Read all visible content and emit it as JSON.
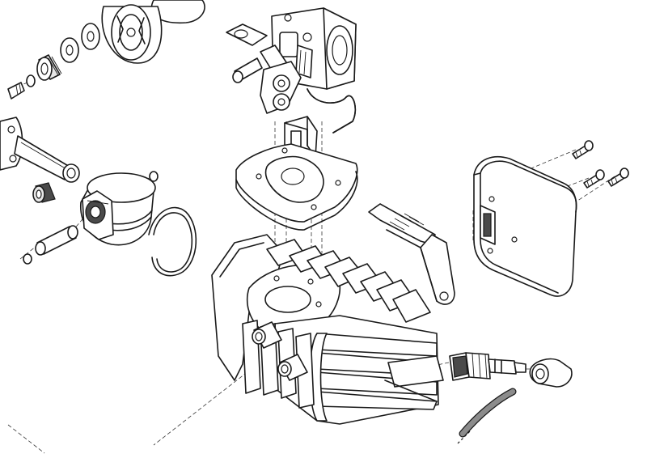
{
  "diagram": {
    "type": "exploded-parts-view",
    "parts": [
      {
        "id": "carburetor",
        "icon": "carburetor-icon"
      },
      {
        "id": "intake-flange",
        "icon": "intake-flange-icon"
      },
      {
        "id": "cylinder",
        "icon": "cylinder-icon"
      },
      {
        "id": "piston",
        "icon": "piston-icon"
      },
      {
        "id": "piston-ring",
        "icon": "piston-ring-icon"
      },
      {
        "id": "piston-pin",
        "icon": "piston-pin-icon"
      },
      {
        "id": "circlips",
        "icon": "circlip-icon"
      },
      {
        "id": "connecting-rod",
        "icon": "connecting-rod-icon"
      },
      {
        "id": "needle-bearing",
        "icon": "needle-bearing-icon"
      },
      {
        "id": "clutch-drum",
        "icon": "clutch-drum-icon"
      },
      {
        "id": "washers",
        "icon": "washer-icon"
      },
      {
        "id": "muffler",
        "icon": "muffler-icon"
      },
      {
        "id": "muffler-bracket",
        "icon": "bracket-icon"
      },
      {
        "id": "muffler-screws",
        "icon": "screw-icon"
      },
      {
        "id": "spark-plug",
        "icon": "spark-plug-icon"
      },
      {
        "id": "spark-plug-boot",
        "icon": "spark-plug-boot-icon"
      },
      {
        "id": "ignition-lead",
        "icon": "ignition-lead-icon"
      }
    ],
    "colors": {
      "line": "#1a1a1a",
      "background": "#ffffff",
      "lead": "#8c8c8c"
    }
  }
}
